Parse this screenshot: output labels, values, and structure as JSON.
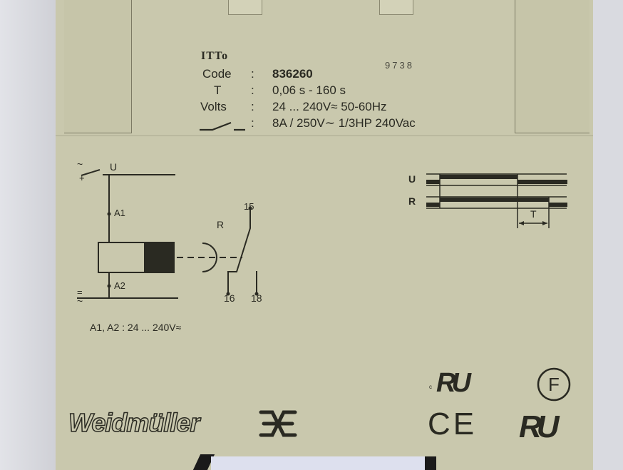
{
  "label": {
    "brand_mark": "ITTo",
    "batch": "9738",
    "rows": [
      {
        "key": "Code",
        "sep": ":",
        "value": "836260"
      },
      {
        "key": "T",
        "sep": ":",
        "value": "0,06 s - 160 s"
      },
      {
        "key": "Volts",
        "sep": ":",
        "value": "24 ... 240V≈  50-60Hz"
      },
      {
        "key": "contact-symbol",
        "sep": ":",
        "value": "8A / 250V∼  1/3HP 240Vac"
      }
    ]
  },
  "circuit": {
    "supply_top": "U",
    "supply_top_sign": "+",
    "supply_ac_top": "~",
    "supply_bottom": "=",
    "supply_ac_bottom": "~",
    "terminal_a1": "A1",
    "terminal_a2": "A2",
    "relay_label": "R",
    "terminal_15": "15",
    "terminal_16": "16",
    "terminal_18": "18",
    "coil_rating": "A1, A2 : 24 ... 240V≈"
  },
  "timing": {
    "row_u": "U",
    "row_r": "R",
    "delay": "T"
  },
  "brand": {
    "name": "Weidmüller",
    "marks": [
      "cUR",
      "F",
      "CE",
      "UR"
    ]
  },
  "colors": {
    "housing": "#c9c8ad",
    "ink": "#2a2a22",
    "background": "#dcdde2"
  }
}
